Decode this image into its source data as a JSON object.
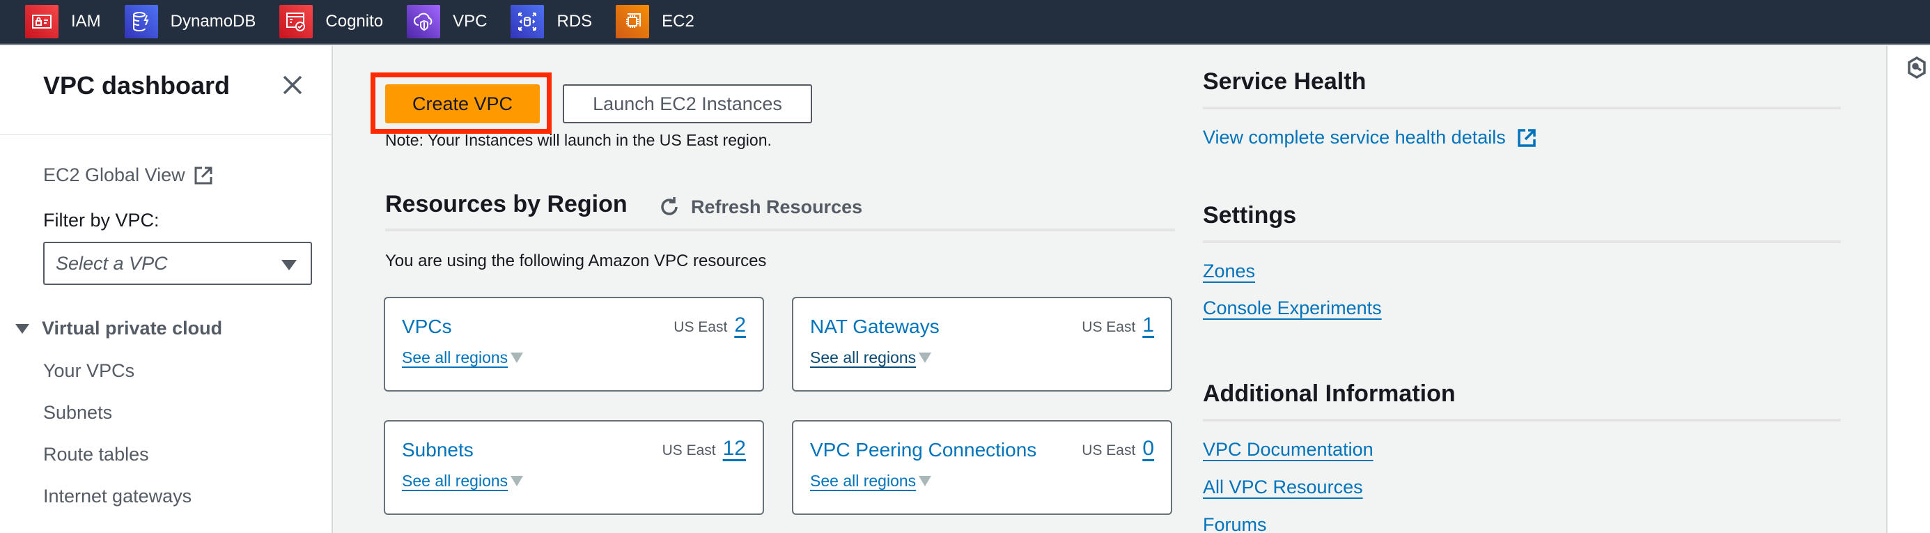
{
  "topbar": {
    "favorites": [
      {
        "label": "IAM",
        "icon": "iam-icon",
        "color_from": "#f54749",
        "color_to": "#c7131f"
      },
      {
        "label": "DynamoDB",
        "icon": "dynamodb-icon",
        "color_from": "#4d72f3",
        "color_to": "#3334b9"
      },
      {
        "label": "Cognito",
        "icon": "cognito-icon",
        "color_from": "#f54749",
        "color_to": "#c7131f"
      },
      {
        "label": "VPC",
        "icon": "vpc-icon",
        "color_from": "#a166ff",
        "color_to": "#4d27a8"
      },
      {
        "label": "RDS",
        "icon": "rds-icon",
        "color_from": "#4d72f3",
        "color_to": "#3334b9"
      },
      {
        "label": "EC2",
        "icon": "ec2-icon",
        "color_from": "#f78e04",
        "color_to": "#d05c17"
      }
    ]
  },
  "sidebar": {
    "title": "VPC dashboard",
    "global_view_label": "EC2 Global View",
    "filter_label": "Filter by VPC:",
    "filter_placeholder": "Select a VPC",
    "section_label": "Virtual private cloud",
    "items": [
      {
        "label": "Your VPCs"
      },
      {
        "label": "Subnets"
      },
      {
        "label": "Route tables"
      },
      {
        "label": "Internet gateways"
      }
    ]
  },
  "main": {
    "create_vpc_label": "Create VPC",
    "launch_ec2_label": "Launch EC2 Instances",
    "note": "Note: Your Instances will launch in the US East region.",
    "resources_title": "Resources by Region",
    "refresh_label": "Refresh Resources",
    "resources_desc": "You are using the following Amazon VPC resources",
    "cards": [
      {
        "title": "VPCs",
        "region": "US East",
        "count": "2",
        "see_all": "See all regions"
      },
      {
        "title": "NAT Gateways",
        "region": "US East",
        "count": "1",
        "see_all": "See all regions"
      },
      {
        "title": "Subnets",
        "region": "US East",
        "count": "12",
        "see_all": "See all regions"
      },
      {
        "title": "VPC Peering Connections",
        "region": "US East",
        "count": "0",
        "see_all": "See all regions"
      }
    ]
  },
  "right": {
    "service_health_title": "Service Health",
    "service_health_link": "View complete service health details",
    "settings_title": "Settings",
    "settings_links": [
      "Zones",
      "Console Experiments"
    ],
    "additional_title": "Additional Information",
    "additional_links": [
      "VPC Documentation",
      "All VPC Resources",
      "Forums"
    ]
  },
  "colors": {
    "topbar_bg": "#232f3e",
    "primary_button": "#ff9900",
    "link": "#0073bb",
    "highlight_box": "#ff2a00",
    "page_bg": "#f2f3f3"
  }
}
